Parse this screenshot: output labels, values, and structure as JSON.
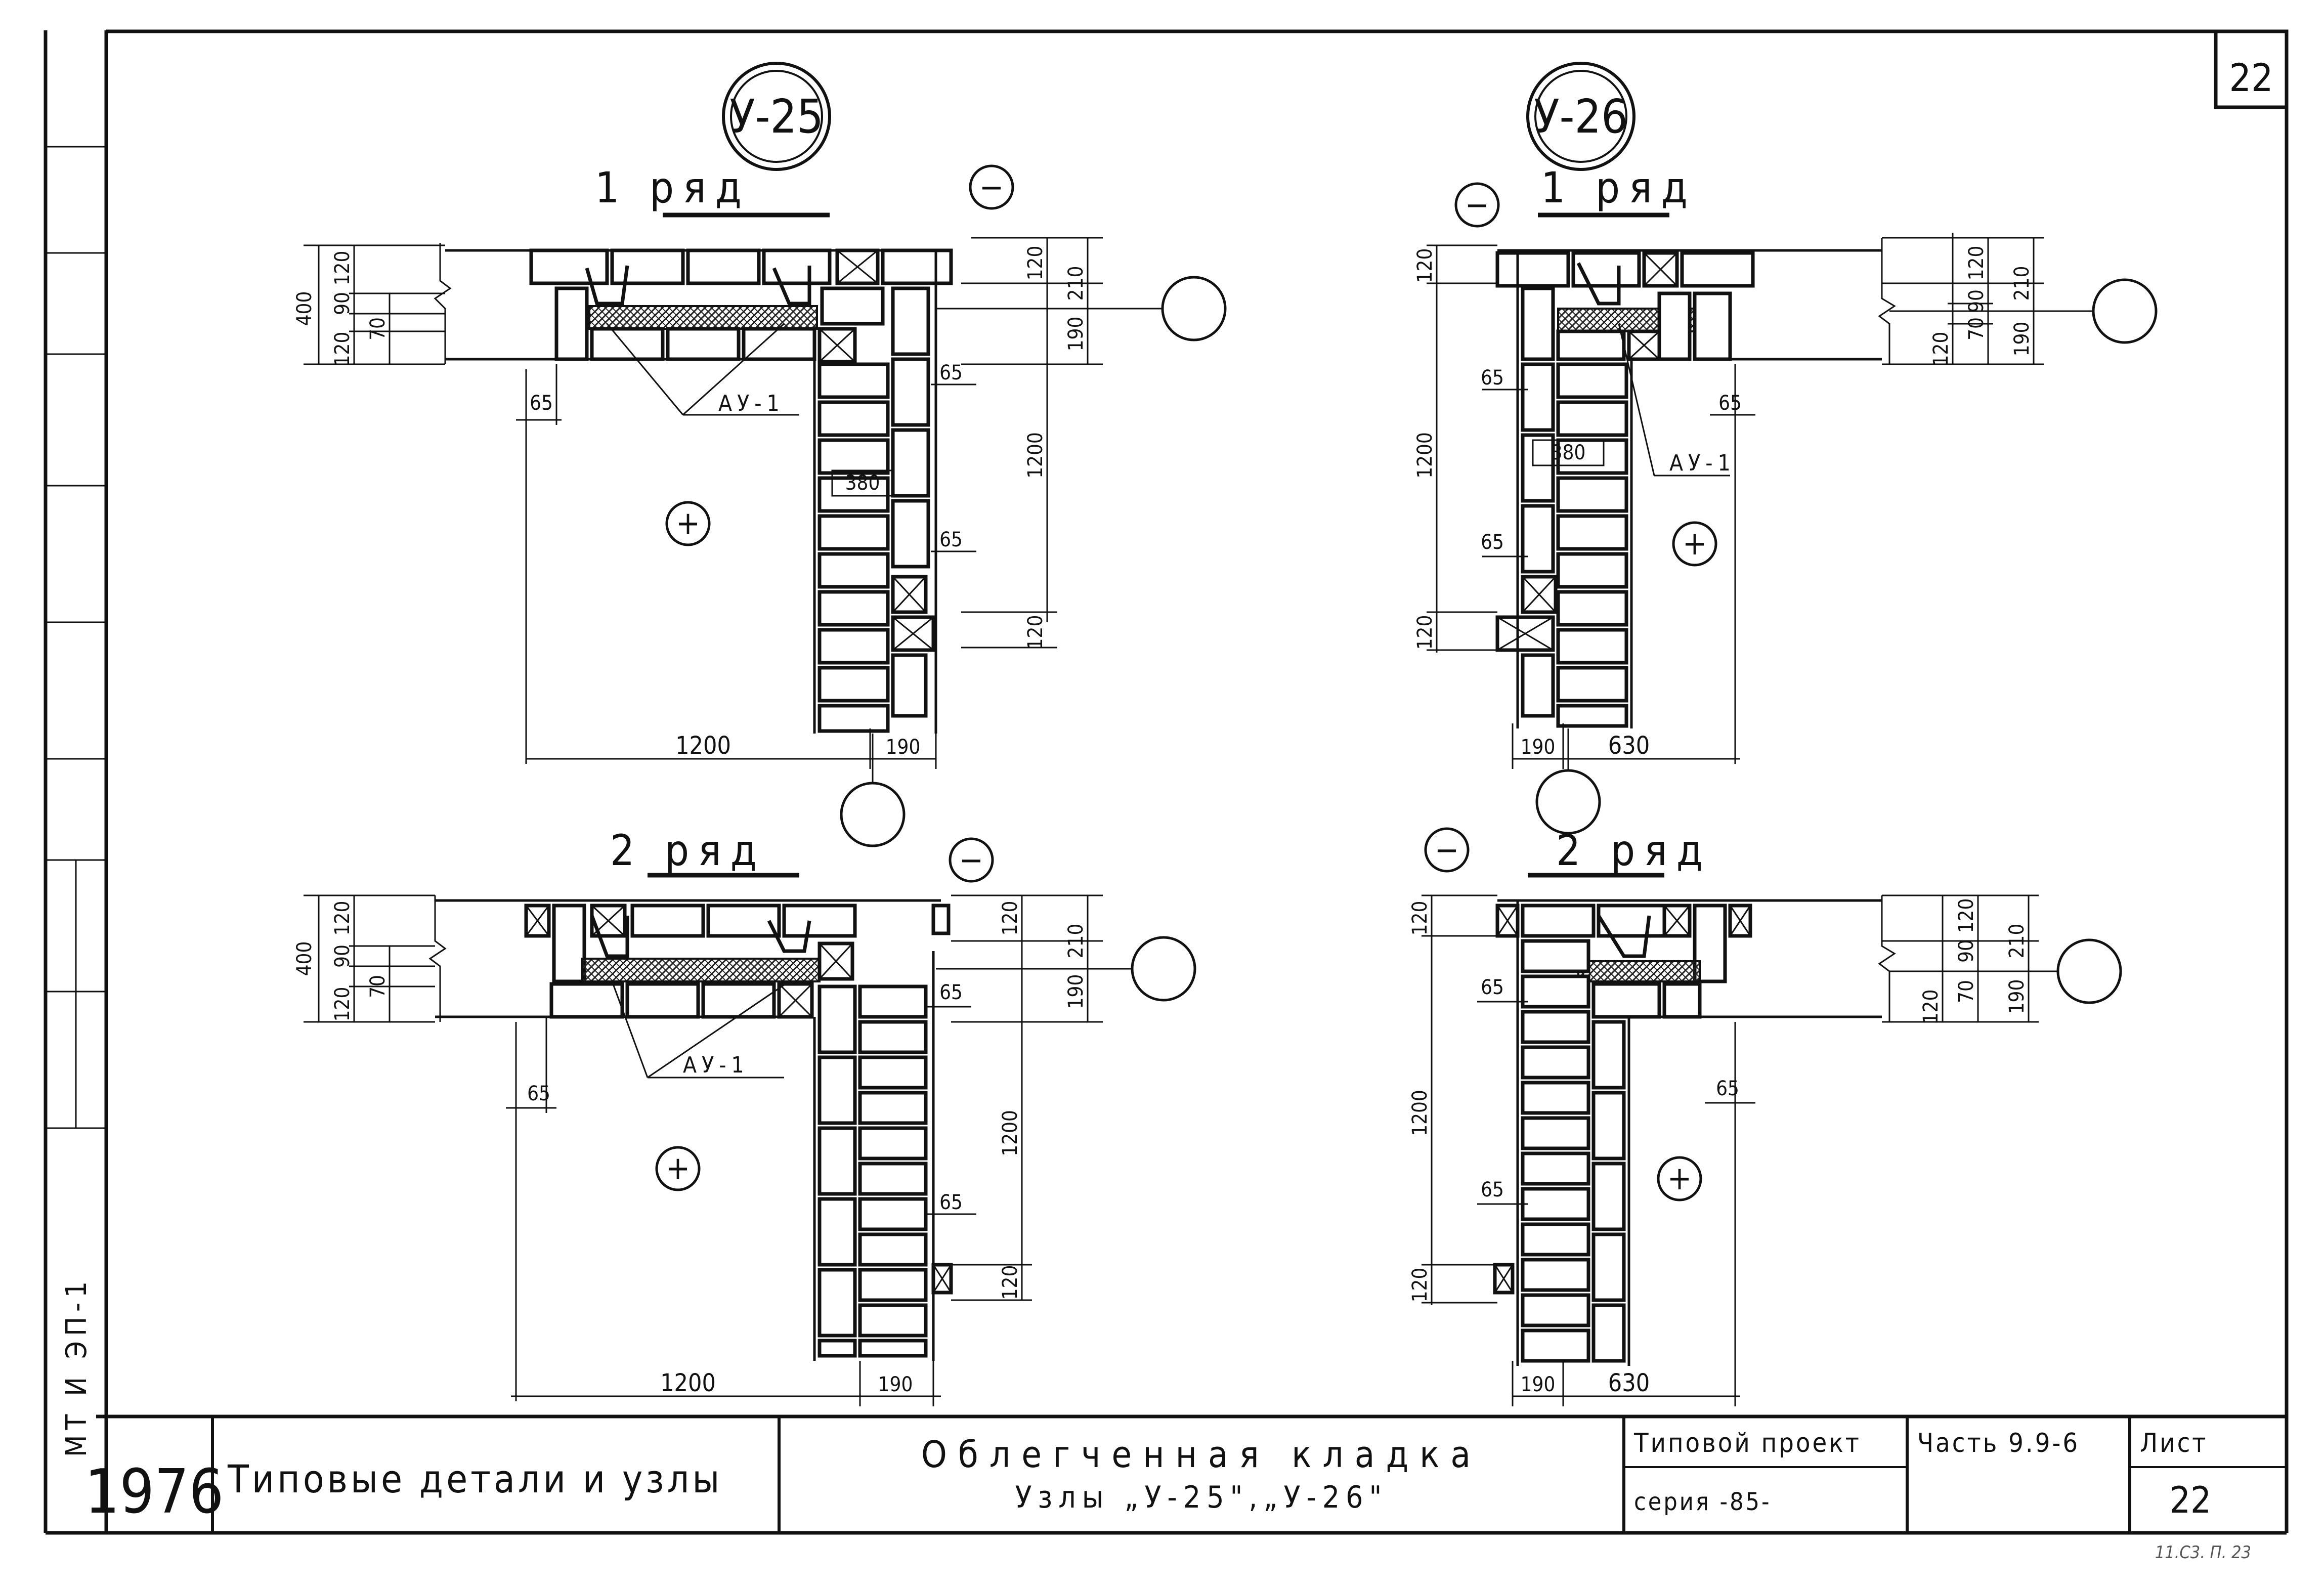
{
  "sheet": {
    "number_corner": "22",
    "year": "1976",
    "typical_details": "Типовые детали и узлы",
    "drawing_title_line1": "Облегченная кладка",
    "drawing_title_line2": "Узлы „У-25\",„У-26\"",
    "project_label": "Типовой проект",
    "series_label": "серия -85-",
    "part_label": "Часть 9.9-6",
    "sheet_label": "Лист",
    "sheet_number": "22",
    "side_code": "МТ И ЭП-1",
    "scribble": "11.С3. П. 23"
  },
  "nodes": [
    {
      "id": "У-25",
      "rows": [
        {
          "label": "1 ряд",
          "plus": "+",
          "minus": "−",
          "anchor": "АУ-1",
          "dims_left": [
            "400",
            "120",
            "90",
            "120",
            "70"
          ],
          "dims_right": [
            "120",
            "210",
            "190",
            "1200",
            "120"
          ],
          "dims_small": [
            "65",
            "65",
            "65"
          ],
          "dim_380": "380",
          "dim_bottom_left": "1200",
          "dim_bottom_right": "190"
        },
        {
          "label": "2 ряд",
          "plus": "+",
          "minus": "−",
          "anchor": "АУ-1",
          "dims_left": [
            "400",
            "120",
            "90",
            "120",
            "70"
          ],
          "dims_right": [
            "120",
            "210",
            "190",
            "1200",
            "120"
          ],
          "dims_small": [
            "65",
            "65",
            "65"
          ],
          "dim_bottom_left": "1200",
          "dim_bottom_right": "190"
        }
      ]
    },
    {
      "id": "У-26",
      "rows": [
        {
          "label": "1 ряд",
          "plus": "+",
          "minus": "−",
          "anchor": "АУ-1",
          "dims_left": [
            "120",
            "1200",
            "120"
          ],
          "dims_right": [
            "120",
            "90",
            "120",
            "70",
            "210",
            "190"
          ],
          "dims_small": [
            "65",
            "65",
            "65"
          ],
          "dim_380": "380",
          "dim_bottom_left": "190",
          "dim_bottom_right": "630"
        },
        {
          "label": "2 ряд",
          "plus": "+",
          "minus": "−",
          "dims_left": [
            "120",
            "1200",
            "120"
          ],
          "dims_right": [
            "120",
            "90",
            "120",
            "70",
            "210",
            "190"
          ],
          "dims_small": [
            "65",
            "65",
            "65"
          ],
          "dim_bottom_left": "190",
          "dim_bottom_right": "630"
        }
      ]
    }
  ]
}
